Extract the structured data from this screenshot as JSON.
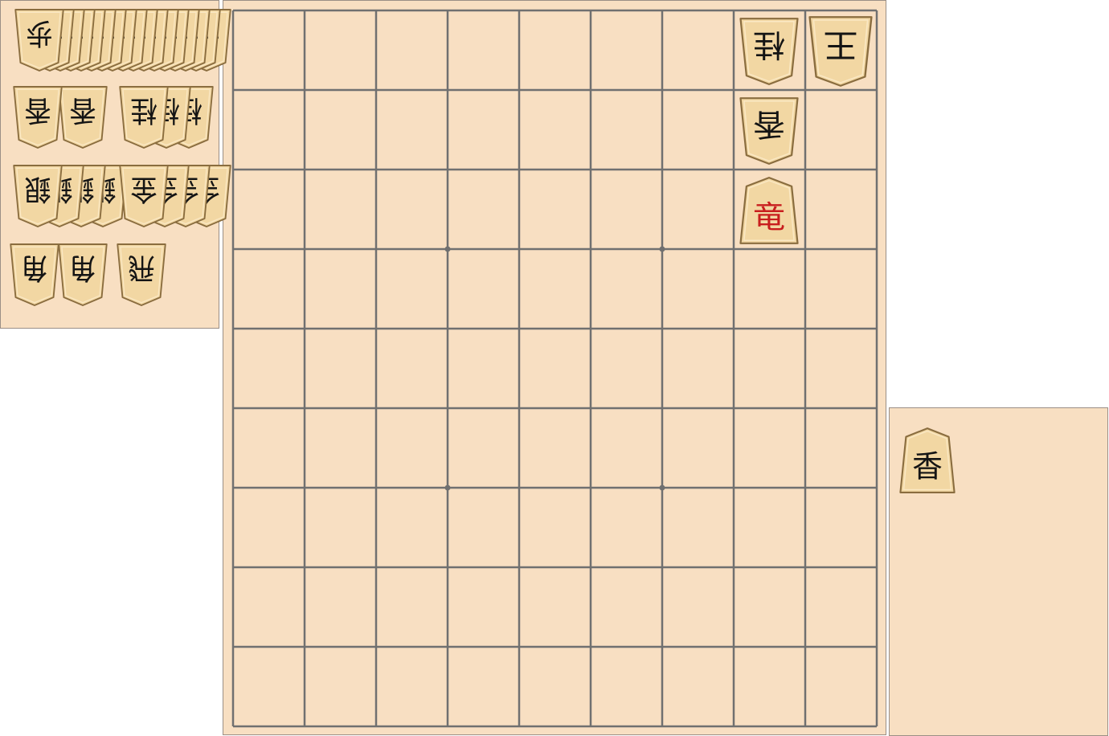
{
  "colors": {
    "board": "#f8dfc2",
    "grid": "#707070",
    "piece_face": "#f2d7a3",
    "piece_edge": "#8a6d3f",
    "black_text": "#141414",
    "promoted_text": "#c81e1e"
  },
  "board": {
    "files": 9,
    "ranks": 9,
    "star_points": [
      [
        3,
        3
      ],
      [
        6,
        3
      ],
      [
        3,
        6
      ],
      [
        6,
        6
      ]
    ],
    "pieces": [
      {
        "id": "gote-king",
        "kanji": "王",
        "file": 1,
        "rank": 1,
        "owner": "gote",
        "promoted": false
      },
      {
        "id": "gote-knight",
        "kanji": "桂",
        "file": 2,
        "rank": 1,
        "owner": "gote",
        "promoted": false
      },
      {
        "id": "gote-lance",
        "kanji": "香",
        "file": 2,
        "rank": 2,
        "owner": "gote",
        "promoted": false
      },
      {
        "id": "sente-dragon",
        "kanji": "竜",
        "file": 2,
        "rank": 3,
        "owner": "sente",
        "promoted": true
      }
    ]
  },
  "gote_hand": [
    {
      "id": "pawn",
      "kanji": "歩",
      "count": 17
    },
    {
      "id": "lance",
      "kanji": "香",
      "count": 2
    },
    {
      "id": "knight",
      "kanji": "桂",
      "count": 3
    },
    {
      "id": "silver",
      "kanji": "銀",
      "count": 4
    },
    {
      "id": "gold",
      "kanji": "金",
      "count": 4
    },
    {
      "id": "bishop",
      "kanji": "角",
      "count": 2
    },
    {
      "id": "rook",
      "kanji": "飛",
      "count": 1
    }
  ],
  "sente_hand": [
    {
      "id": "lance",
      "kanji": "香",
      "count": 1
    }
  ]
}
